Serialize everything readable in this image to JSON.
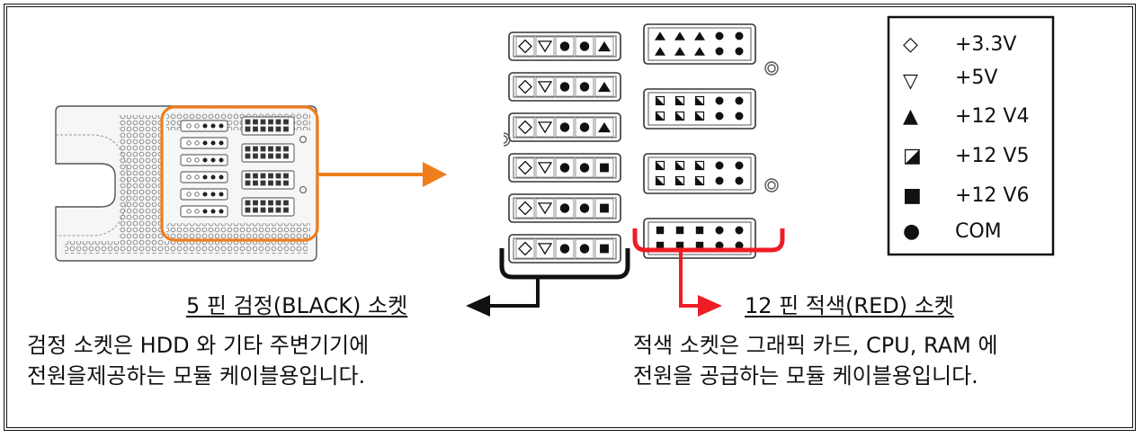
{
  "colors": {
    "accent_orange": "#f07d1c",
    "red_bracket": "#ee1c24",
    "black": "#111111"
  },
  "icons": [
    "diamond-icon",
    "triangle-down-outline-icon",
    "triangle-filled-icon",
    "half-square-icon",
    "filled-square-icon",
    "filled-circle-icon",
    "arrow-right-icon",
    "arrow-left-icon"
  ],
  "legend": {
    "items": [
      {
        "symbol": "◇",
        "icon": "diamond-icon",
        "label": "+3.3V"
      },
      {
        "symbol": "▽",
        "icon": "triangle-down-outline-icon",
        "label": "+5V"
      },
      {
        "symbol": "▲",
        "icon": "triangle-filled-icon",
        "label": "+12 V4"
      },
      {
        "symbol": "◪",
        "icon": "half-square-icon",
        "label": "+12 V5"
      },
      {
        "symbol": "■",
        "icon": "filled-square-icon",
        "label": "+12 V6"
      },
      {
        "symbol": "●",
        "icon": "filled-circle-icon",
        "label": "COM"
      }
    ]
  },
  "black_socket": {
    "title": "5 핀 검정(BLACK) 소켓",
    "desc_line1": "검정 소켓은 HDD 와 기타 주변기기에",
    "desc_line2": "전원을제공하는 모듈 케이블용입니다."
  },
  "red_socket": {
    "title": "12 핀 적색(RED) 소켓",
    "desc_line1": "적색 소켓은 그래픽 카드, CPU, RAM 에",
    "desc_line2": "전원을 공급하는 모듈 케이블용입니다."
  }
}
